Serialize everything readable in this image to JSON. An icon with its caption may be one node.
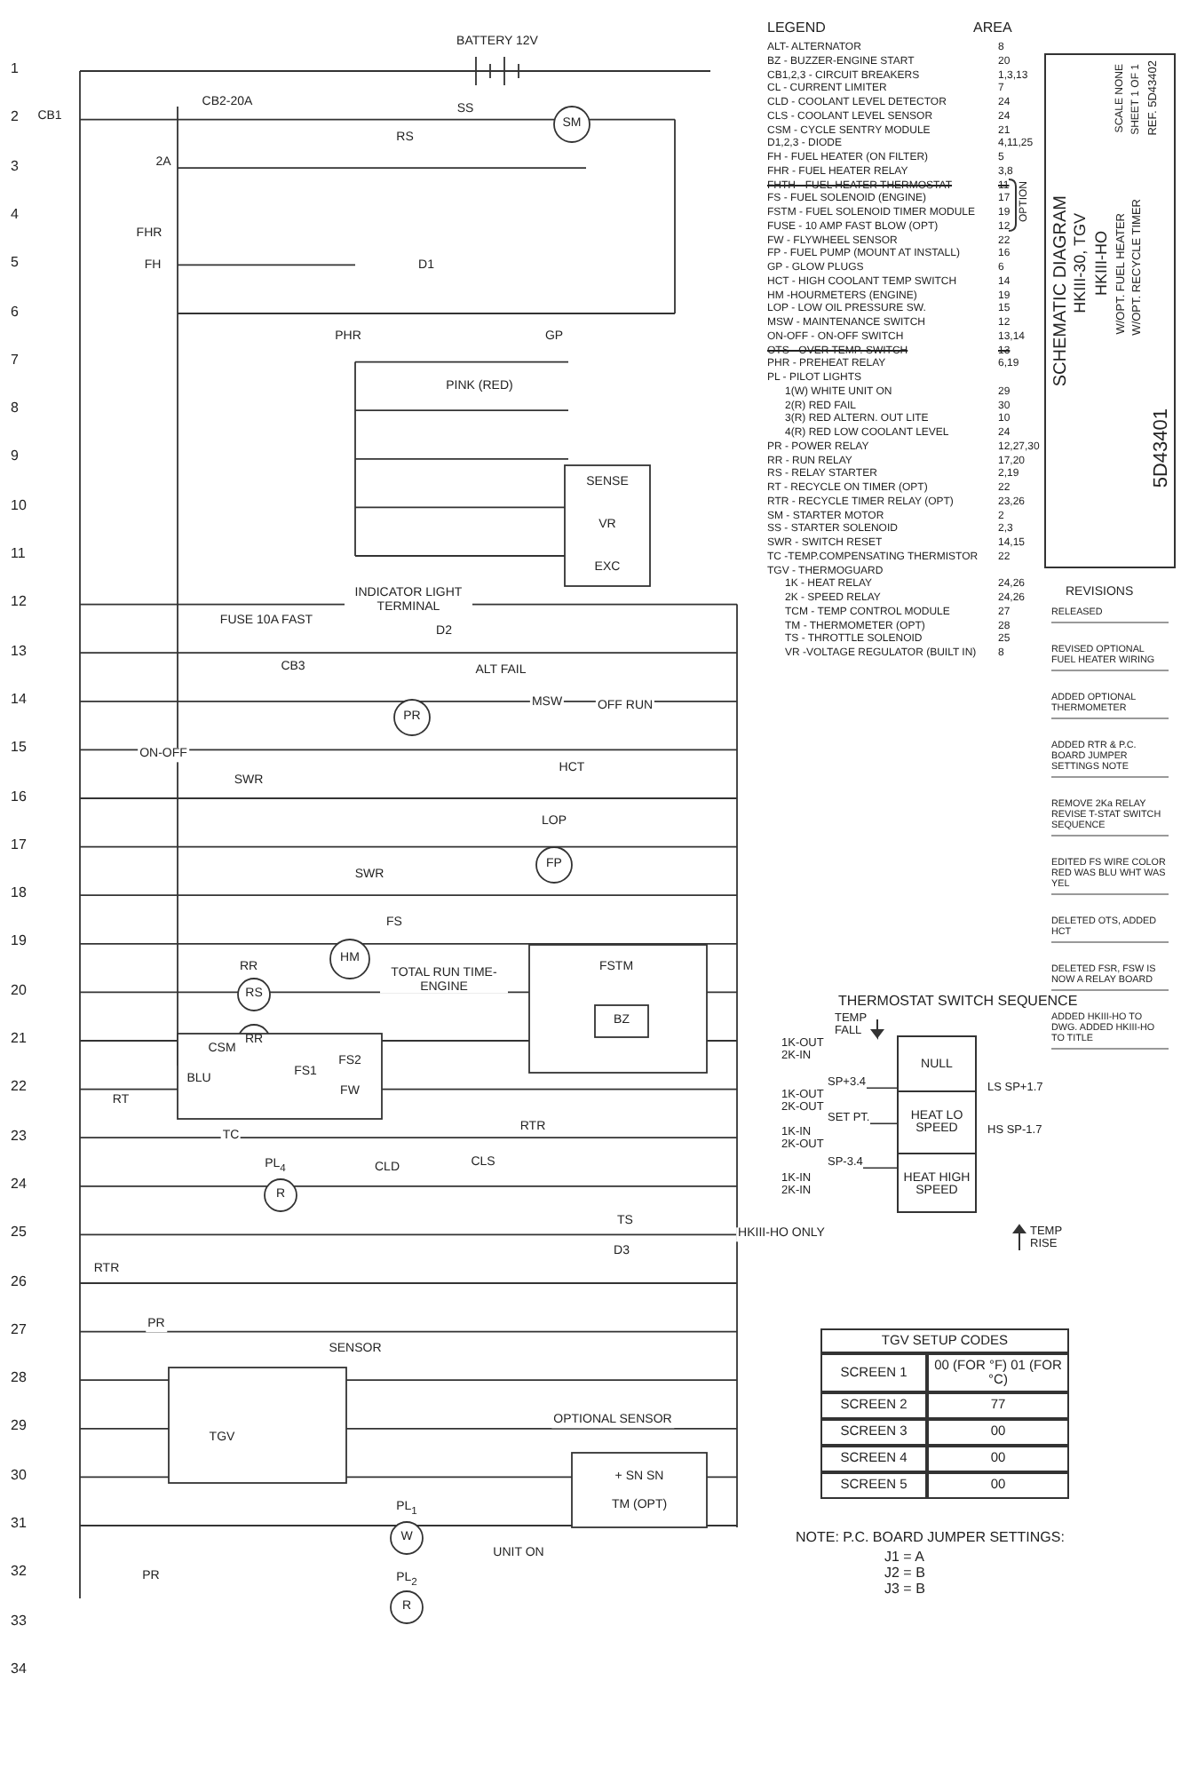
{
  "diagram": {
    "nodes": [
      {
        "text": [],
        "shape": "box"
      },
      {
        "text": [
          "NULL"
        ],
        "in": 0
      },
      {
        "text": [
          "HEAT LO SPEED"
        ],
        "in": 0
      },
      {
        "text": [
          "HEAT HIGH SPEED"
        ],
        "in": 0
      },
      {
        "text": [
          "SP+3.4"
        ]
      },
      {
        "text": [
          "SET PT."
        ]
      },
      {
        "text": [
          "SP-3.4"
        ]
      }
    ],
    "edges": [
      {
        "from": 4,
        "to": 0,
        "arrow": "none"
      },
      {
        "from": 5,
        "to": 0,
        "arrow": "none"
      },
      {
        "from": 6,
        "to": 0,
        "arrow": "none"
      }
    ],
    "labels": [
      "BATTERY 12V",
      "CB1",
      "CB2-20A",
      "SS",
      "SM",
      "2A",
      "RS",
      "FHR",
      "FH",
      "D1",
      "PHR",
      "GP",
      "PINK (RED)",
      "SENSE",
      "VR",
      "EXC",
      "INDICATOR LIGHT TERMINAL",
      "D2",
      "ALT FAIL",
      "FUSE 10A FAST",
      "CB3",
      "PR",
      "MSW",
      "OFF RUN",
      "ON-OFF",
      "SWR",
      "HCT",
      "LOP",
      "FP",
      "SWR",
      "FS",
      "RR",
      "FSTM",
      "HM",
      "TOTAL RUN TIME- ENGINE",
      "RS",
      "RR",
      "BZ",
      "CSM",
      "BLU",
      "FS1",
      "FS2",
      "RT",
      "TC",
      "FW",
      "RTR",
      "PL$_{4}$",
      "R",
      "CLD",
      "CLS",
      "TS",
      "D3",
      "HKIII-HO ONLY",
      "RTR",
      "PR",
      "TGV",
      "SENSOR",
      "OPTIONAL SENSOR",
      "+ SN SN",
      "PL$_{1}$",
      "TM (OPT)",
      "W",
      "UNIT ON",
      "PR",
      "PL$_{2}$",
      "R",
      "1",
      "2",
      "3",
      "4",
      "5",
      "6",
      "7",
      "8",
      "9",
      "10",
      "11",
      "12",
      "13",
      "14",
      "15",
      "16",
      "17",
      "18",
      "19",
      "20",
      "21",
      "22",
      "23",
      "24",
      "25",
      "26",
      "27",
      "28",
      "29",
      "30",
      "31",
      "32",
      "33",
      "34",
      "LEGEND",
      "AREA",
      "ALT- ALTERNATOR",
      "8",
      "BZ - BUZZER-ENGINE START",
      "20",
      "CB1,2,3 - CIRCUIT BREAKERS",
      "1,3,13",
      "CL - CURRENT LIMITER",
      "7",
      "CLD - COOLANT LEVEL DETECTOR",
      "24",
      "CLS - COOLANT LEVEL SENSOR",
      "24",
      "CSM - CYCLE SENTRY MODULE",
      "21",
      "D1,2,3 - DIODE",
      "4,11,25",
      "FH - FUEL HEATER (ON FILTER)",
      "5",
      "FHR - FUEL HEATER RELAY",
      "3,8",
      "FHTH - FUEL HEATER THERMOSTAT",
      "11",
      "FS - FUEL SOLENOID (ENGINE)",
      "17",
      "FSTM - FUEL SOLENOID TIMER MODULE",
      "19",
      "FUSE - 10 AMP FAST BLOW (OPT)",
      "12",
      "FW - FLYWHEEL SENSOR",
      "22",
      "FP - FUEL PUMP (MOUNT AT INSTALL)",
      "16",
      "GP - GLOW PLUGS",
      "6",
      "HCT - HIGH COOLANT TEMP SWITCH",
      "14",
      "HM -HOURMETERS (ENGINE)",
      "19",
      "LOP - LOW OIL PRESSURE SW.",
      "15",
      "MSW - MAINTENANCE SWITCH",
      "12",
      "ON-OFF - ON-OFF SWITCH",
      "13,14",
      "OTS - OVER TEMP. SWITCH",
      "13",
      "PHR - PREHEAT RELAY",
      "6,19",
      "PL - PILOT LIGHTS",
      "1(W) WHITE UNIT ON",
      "29",
      "2(R) RED FAIL",
      "30",
      "3(R) RED ALTERN. OUT LITE",
      "10",
      "4(R) RED LOW COOLANT LEVEL",
      "24",
      "PR - POWER RELAY",
      "12,27,30",
      "RR - RUN RELAY",
      "17,20",
      "RS - RELAY STARTER",
      "2,19",
      "RT - RECYCLE ON TIMER (OPT)",
      "22",
      "RTR - RECYCLE TIMER RELAY (OPT)",
      "23,26",
      "SM - STARTER MOTOR",
      "2",
      "SS - STARTER SOLENOID",
      "2,3",
      "SWR - SWITCH RESET",
      "14,15",
      "TC -TEMP.COMPENSATING THERMISTOR",
      "22",
      "TGV - THERMOGUARD",
      "1K - HEAT RELAY",
      "24,26",
      "2K - SPEED RELAY",
      "24,26",
      "TCM - TEMP CONTROL MODULE",
      "27",
      "TM - THERMOMETER (OPT)",
      "28",
      "TS - THROTTLE SOLENOID",
      "25",
      "VR -VOLTAGE REGULATOR (BUILT IN)",
      "8",
      "OPTION",
      "THERMOSTAT SWITCH SEQUENCE",
      "TEMP FALL",
      "1K-OUT 2K-IN",
      "1K-OUT 2K-OUT",
      "1K-IN 2K-OUT",
      "1K-IN 2K-IN",
      "LS SP+1.7",
      "HS SP-1.7",
      "TEMP RISE",
      "TGV SETUP CODES",
      "SCREEN 1",
      "00 (FOR °F) 01 (FOR °C)",
      "SCREEN 2",
      "77",
      "SCREEN 3",
      "00",
      "SCREEN 4",
      "00",
      "SCREEN 5",
      "00",
      "NOTE: P.C. BOARD JUMPER SETTINGS:",
      "J1 = A",
      "J2 = B",
      "J3 = B",
      "SCHEMATIC DIAGRAM",
      "HKIII-30, TGV",
      "HKIII-HO",
      "W/OPT. FUEL HEATER",
      "W/OPT. RECYCLE TIMER",
      "REF. 5D43402",
      "5D43401",
      "SCALE NONE",
      "SHEET 1 OF 1",
      "REVISIONS",
      "RELEASED",
      "REVISED OPTIONAL FUEL HEATER WIRING",
      "ADDED OPTIONAL THERMOMETER",
      "ADDED RTR & P.C. BOARD JUMPER SETTINGS NOTE",
      "REMOVE 2Ka RELAY REVISE T-STAT SWITCH SEQUENCE",
      "EDITED FS WIRE COLOR RED WAS BLU WHT WAS YEL",
      "DELETED OTS, ADDED HCT",
      "DELETED FSR, FSW IS NOW A RELAY BOARD",
      "ADDED HKIII-HO TO DWG. ADDED HKIII-HO TO TITLE"
    ]
  }
}
